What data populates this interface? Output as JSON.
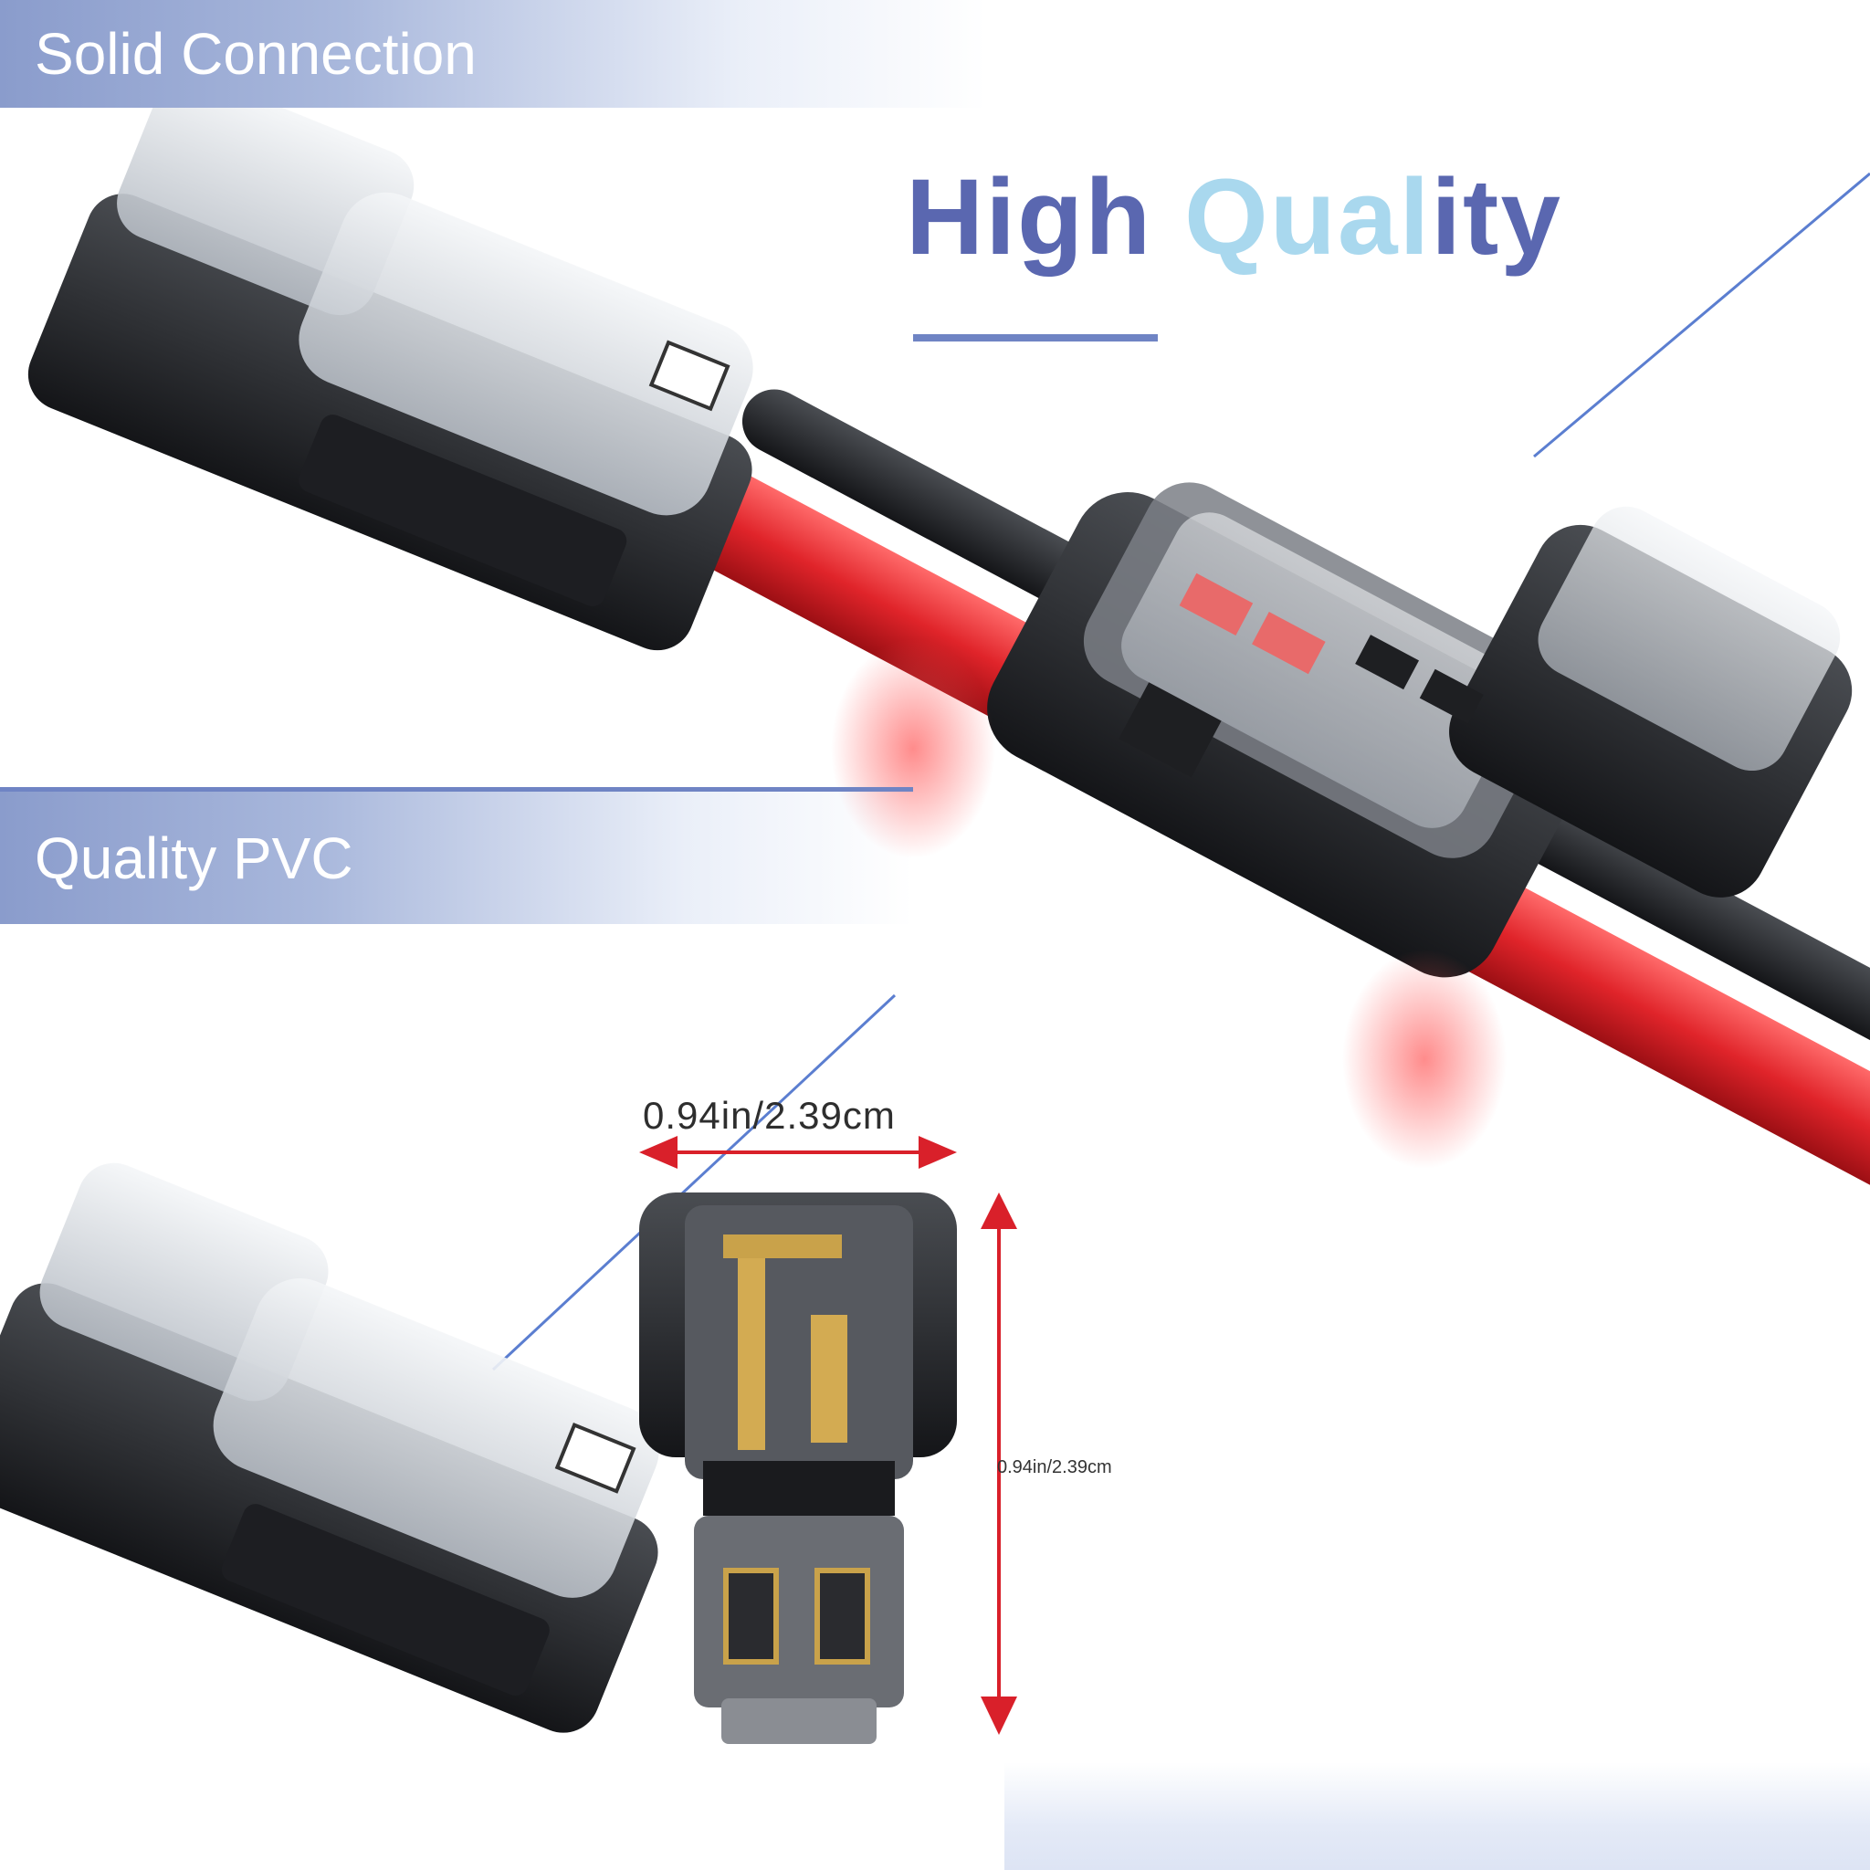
{
  "banners": {
    "solid_connection": "Solid Connection",
    "quality_pvc": "Quality PVC"
  },
  "headline": {
    "word_1": "High",
    "word_2": "Qual",
    "word_3": "ity"
  },
  "dimensions": {
    "width_label": "0.94in/2.39cm",
    "height_label": "0.94in/2.39cm"
  },
  "colors": {
    "banner": "#8a9ccc",
    "headline_primary": "#5a67b0",
    "headline_accent": "#a9d8ee",
    "wire_red": "#e0242a",
    "dimension_arrow": "#d9202a"
  }
}
